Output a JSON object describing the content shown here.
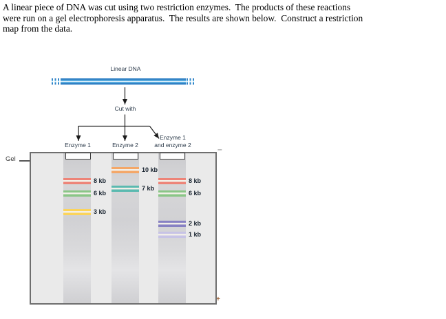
{
  "problem_text": {
    "lines": [
      "A linear piece of DNA was cut using two restriction enzymes.  The products of these reactions",
      "were run on a gel electrophoresis apparatus.  The results are shown below.  Construct a restriction",
      "map from the data."
    ]
  },
  "flow": {
    "linear_dna_label": "Linear DNA",
    "cut_with_label": "Cut with",
    "dna_colors": {
      "dark": "#2e7fc4",
      "mid": "#58aadd",
      "light": "#ddeffa"
    },
    "branch_labels": {
      "lane1": "Enzyme 1",
      "lane2": "Enzyme 2",
      "lane3_line1": "Enzyme 1",
      "lane3_line2": "and enzyme 2"
    }
  },
  "gel": {
    "label": "Gel",
    "electrode_top": "–",
    "electrode_bottom": "+",
    "band_gap_color": "#f2efe8",
    "lanes": [
      {
        "enzyme": "Enzyme 1",
        "bands": [
          {
            "size_label": "8 kb",
            "kb": 8,
            "color": "#ed8478"
          },
          {
            "size_label": "6 kb",
            "kb": 6,
            "color": "#8ac687"
          },
          {
            "size_label": "3 kb",
            "kb": 3,
            "color": "#fbd45c"
          }
        ]
      },
      {
        "enzyme": "Enzyme 2",
        "bands": [
          {
            "size_label": "10 kb",
            "kb": 10,
            "color": "#f4a768"
          },
          {
            "size_label": "7 kb",
            "kb": 7,
            "color": "#5bbab0"
          }
        ]
      },
      {
        "enzyme": "Enzyme 1 and enzyme 2",
        "bands": [
          {
            "size_label": "8 kb",
            "kb": 8,
            "color": "#ed8478"
          },
          {
            "size_label": "6 kb",
            "kb": 6,
            "color": "#8ac687"
          },
          {
            "size_label": "2 kb",
            "kb": 2,
            "color": "#8781c3"
          },
          {
            "size_label": "1 kb",
            "kb": 1,
            "color": "#c7c3e6"
          }
        ]
      }
    ]
  }
}
